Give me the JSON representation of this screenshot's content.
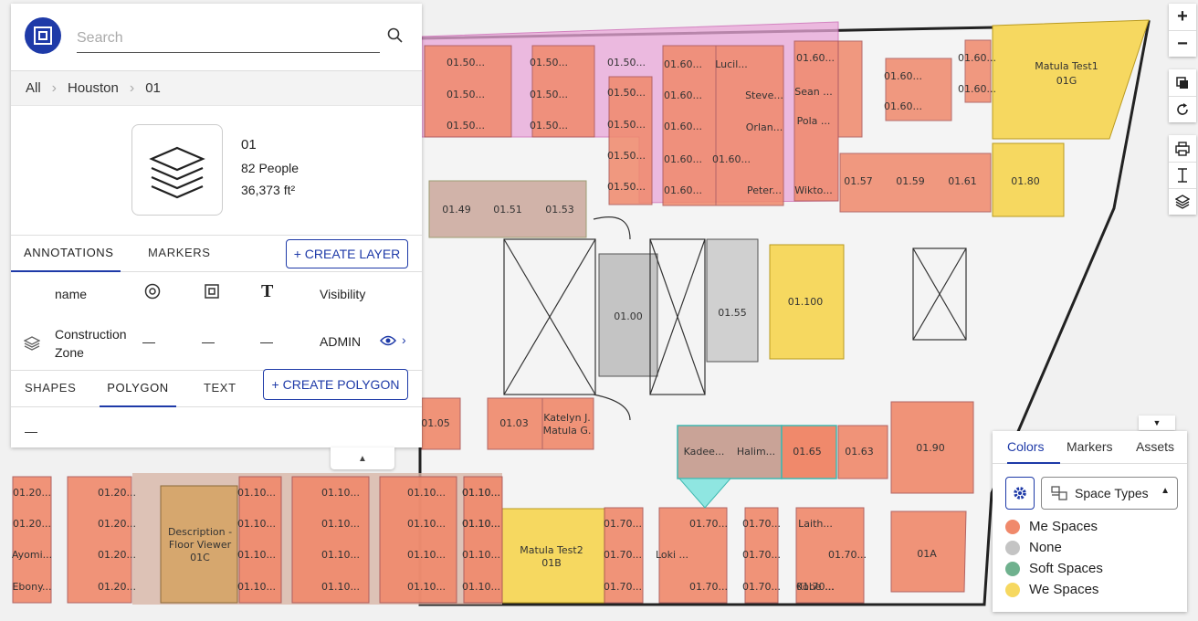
{
  "search": {
    "placeholder": "Search"
  },
  "breadcrumb": [
    "All",
    "Houston",
    "01"
  ],
  "floor": {
    "name": "01",
    "people": "82 People",
    "area": "36,373 ft²"
  },
  "layer_tabs": {
    "annotations": "ANNOTATIONS",
    "markers": "MARKERS",
    "create_layer": "+ CREATE LAYER"
  },
  "layer_table": {
    "col_name": "name",
    "col_visibility": "Visibility",
    "rows": [
      {
        "name": "Construction Zone",
        "c1": "—",
        "c2": "—",
        "c3": "—",
        "visibility": "ADMIN"
      }
    ]
  },
  "shape_tabs": {
    "shapes": "SHAPES",
    "polygon": "POLYGON",
    "text": "TEXT",
    "create_polygon": "+ CREATE POLYGON"
  },
  "shape_list_empty": "—",
  "map_controls": {
    "zoom_in": "+",
    "zoom_out": "−"
  },
  "legend": {
    "tabs": [
      "Colors",
      "Markers",
      "Assets"
    ],
    "selector": "Space Types",
    "items": [
      {
        "label": "Me Spaces",
        "color": "#f0896b"
      },
      {
        "label": "None",
        "color": "#c4c4c4"
      },
      {
        "label": "Soft Spaces",
        "color": "#6fb18e"
      },
      {
        "label": "We Spaces",
        "color": "#f6d860"
      }
    ]
  },
  "colors": {
    "accent": "#1e3aa8",
    "me": "#f0896b",
    "we": "#f6d860",
    "soft_zone": "#e9a6d8",
    "construction": "#d8b7a8",
    "neutral": "#c4c4c4"
  },
  "rooms": [
    "01.50...",
    "01.50...",
    "01.50...",
    "01.50...",
    "01.50...",
    "01.50...",
    "01.60...",
    "Lucil...",
    "01.60...",
    "01.60...",
    "01.60...",
    "01.60...",
    "01.50...",
    "01.50...",
    "01.50...",
    "01.50...",
    "01.50...",
    "Steve...",
    "Orlan...",
    "Peter...",
    "01.60...",
    "Sean ...",
    "Pola ...",
    "Wikto...",
    "01.60...",
    "01.60...",
    "01.60...",
    "01.60...",
    "01.60...",
    "01.57",
    "01.59",
    "01.61",
    "01.80",
    "01.49",
    "01.51",
    "01.53",
    "01.00",
    "01.55",
    "01.100",
    "01.05",
    "01.03",
    "Katelyn J. Matula G.",
    "Kadee...",
    "Halim...",
    "01.65",
    "01.63",
    "01.90",
    "01.20...",
    "01.20...",
    "Ayomi...",
    "Ebony...",
    "01.20...",
    "01.20...",
    "01.20...",
    "01.20...",
    "01.10...",
    "01.10...",
    "01.10...",
    "01.10...",
    "01.10...",
    "01.10...",
    "01.10...",
    "01.10...",
    "01.10...",
    "01.10...",
    "01.10...",
    "01.10...",
    "01.10...",
    "01.10...",
    "01.10...",
    "01.10...",
    "01.10...",
    "01.10...",
    "01.70...",
    "01.70...",
    "01.70...",
    "01.70...",
    "Loki ...",
    "01.70...",
    "01.70...",
    "01.70...",
    "01.70...",
    "01.70...",
    "Laith...",
    "01.70...",
    "Kobe ...",
    "01A"
  ],
  "rooms_named": [
    {
      "label": "Matula Test1",
      "sub": "01G"
    },
    {
      "label": "Matula Test2",
      "sub": "01B"
    },
    {
      "label": "Description - Floor Viewer",
      "sub": "01C"
    }
  ]
}
